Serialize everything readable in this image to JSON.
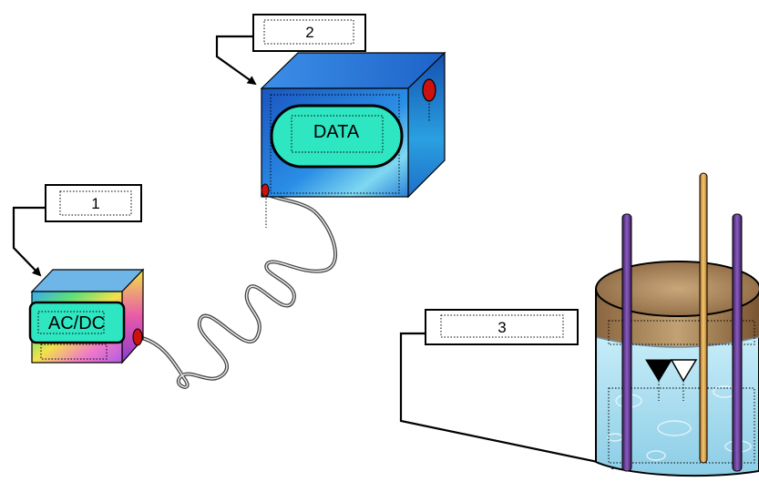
{
  "callouts": [
    {
      "number": "1"
    },
    {
      "number": "2"
    },
    {
      "number": "3"
    }
  ],
  "power_unit": {
    "label": "AC/DC"
  },
  "data_unit": {
    "label": "DATA"
  },
  "colors": {
    "data_box_front": "#1f74d6",
    "data_box_panel": "#2fe6c2",
    "connector": "#cc1111",
    "electrode_outer": "#6a3d8f",
    "electrode_center": "#e8b04a",
    "soil": "#9c7a52",
    "water": "#a9d8ec"
  }
}
